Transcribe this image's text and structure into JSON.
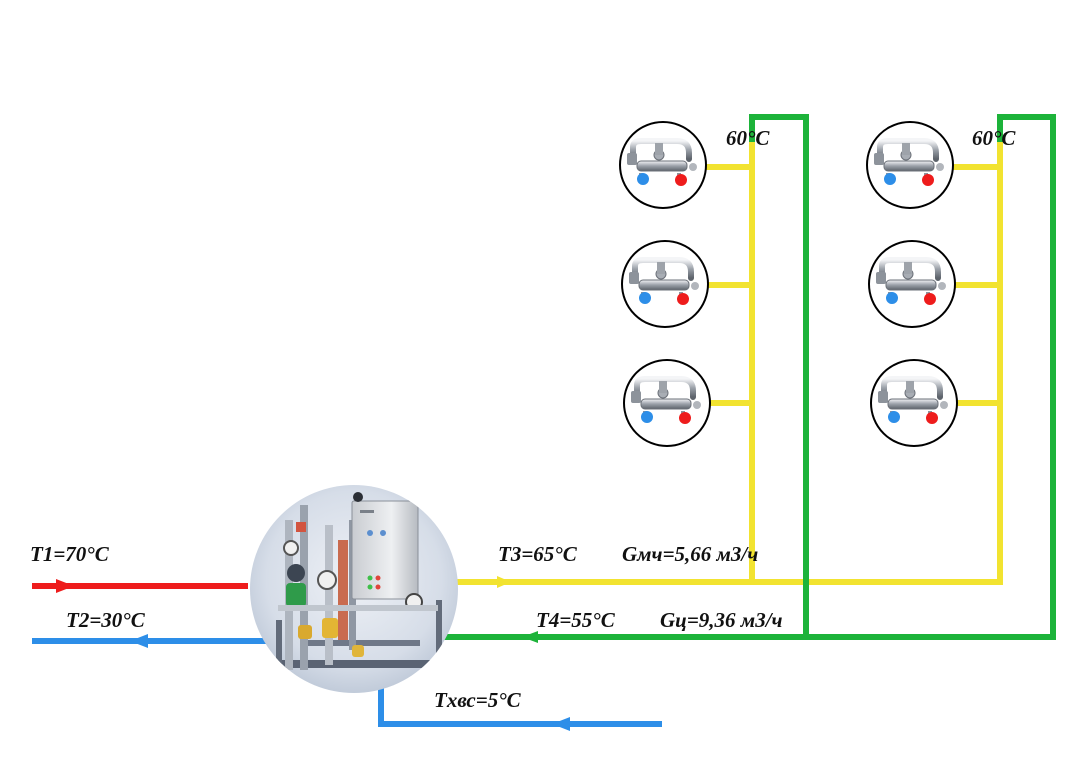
{
  "labels": {
    "t1": "T1=70°C",
    "t2": "T2=30°C",
    "t3": "T3=65°C",
    "t4": "T4=55°C",
    "g_dhw": "Gмч=5,66 м3/ч",
    "g_circ": "Gц=9,36 м3/ч",
    "t_cold": "Tхвс=5°C",
    "riser1_temp": "60°C",
    "riser2_temp": "60°C"
  },
  "colors": {
    "supply_hot": "#ee1c1c",
    "return": "#2d8ee8",
    "cold_water": "#2d8ee8",
    "hot_water": "#f2e330",
    "circulation": "#1db33a"
  },
  "icons": {
    "unit": "heat-substation-module-icon",
    "tap": "mixer-tap-icon"
  },
  "risers": [
    {
      "taps": 3
    },
    {
      "taps": 3
    }
  ]
}
